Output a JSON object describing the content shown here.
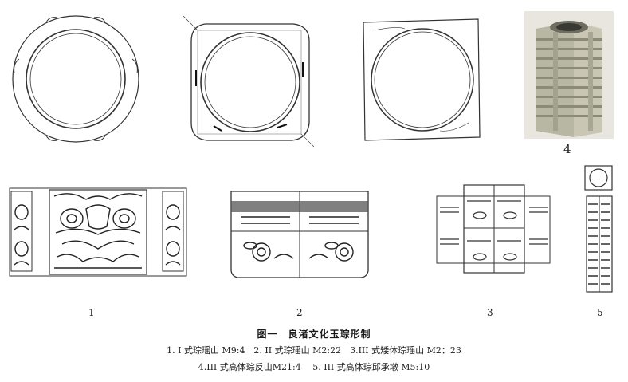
{
  "figure": {
    "labels": [
      "1",
      "2",
      "3",
      "4",
      "5"
    ],
    "title": "图一　良渚文化玉琮形制",
    "caption_lines": [
      "1. I 式琮瑶山 M9:4　2. II 式琮瑶山 M2:22　3.III 式矮体琮瑶山 M2：23",
      "4.III 式高体琮反山M21:4　 5. III 式高体琮邱承墩 M5:10"
    ]
  }
}
